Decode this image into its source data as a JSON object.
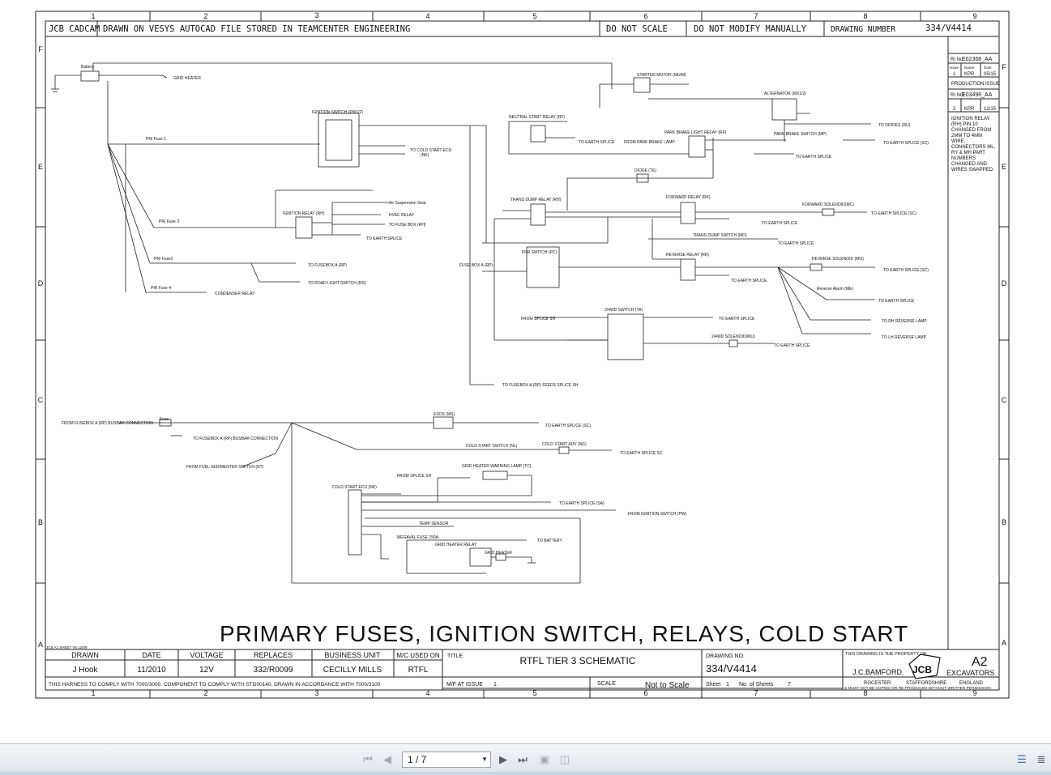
{
  "zones_top": [
    "1",
    "2",
    "3",
    "4",
    "5",
    "6",
    "7",
    "8",
    "9"
  ],
  "zones_side": [
    "F",
    "E",
    "D",
    "C",
    "B",
    "A"
  ],
  "header": {
    "cadcam": "JCB CADCAM",
    "drawn_note": "DRAWN ON VESYS AUTOCAD FILE STORED IN TEAMCENTER ENGINEERING",
    "scale_note": "DO NOT SCALE",
    "modify_note": "DO NOT MODIFY MANUALLY",
    "drawing_number_label": "DRAWING NUMBER",
    "drawing_number": "334/V4414"
  },
  "revisions": {
    "ri1_label": "RI No",
    "ri1": "E02368_AA",
    "issue1": "1",
    "name1": "KPR",
    "date1": "05/15",
    "production_issue": "PRODUCTION ISSUE",
    "ri2_label": "RI NO",
    "ri2": "E03496_AA",
    "issue2": "2",
    "name2": "KPR",
    "date2": "12/15",
    "col_issue": "Issue",
    "col_name": "Name",
    "col_date": "Date",
    "change_note": [
      "IGNITION RELAY",
      "(RH) PIN 10",
      "CHANGED FROM",
      "2MM TO 4MM",
      "WIRE.",
      "CONNECTORS ML,",
      "RY & MH PART",
      "NUMBERS",
      "CHANGED AND",
      "WIRES SWAPPED."
    ]
  },
  "labels": {
    "battery": "Battery",
    "grid_heater_top": "GRID HEATER",
    "starter_motor": "STARTER MOTOR (MU/M)",
    "alternator": "ALTERNATOR (MX1/2)",
    "ignition_switch": "IGNITION SWITCH (PW1/2)",
    "pri_fuse_1": "PRI Fuse 1",
    "pri_fuse_3": "PRI Fuse 3",
    "pri_fuse_2": "PRI Fuse2",
    "pri_fuse_4": "PRI Fuse 4",
    "to_cold_start_ecu": "TO COLD START ECU",
    "nk": "(NK)",
    "neutral_start_relay": "NEUTRAL START RELAY (RF)",
    "to_earth_splice": "TO EARTH SPLICE",
    "from_park_brake_lamp": "FROM PARK BRAKE LAMP",
    "park_brake_light_relay": "PARK BRAKE LIGHT RELAY (RF)",
    "park_brake_switch": "PARK BRAKE SWITCH (MP)",
    "to_diodes": "TO DIODES (RU)",
    "to_earth_splice_sc": "TO EARTH SPLICE (SC)",
    "ignition_relay_rh": "IGNITION RELAY (RH)",
    "air_suspension_seat": "Air Suspension Seat",
    "hvac_relay": "HVAC RELAY",
    "to_fuse_box_rh": "TO FUSE BOX (RH)",
    "diode_te": "DIODE (TE)",
    "trans_dump_relay": "TRANS DUMP RELAY (RH)",
    "forward_relay": "FORWARD RELAY (RK)",
    "forward_solenoid": "FORWARD SOLENOID(MC)",
    "trans_dump_switch": "TRANS DUMP SWITCH (MD)",
    "fnr_switch": "FNR SWITCH (PC)",
    "fuse_box_a": "FUSE BOX A (RP)",
    "reverse_relay": "REVERSE RELAY (RK)",
    "reverse_solenoid": "REVERSE SOLENOID (MG)",
    "reverse_alarm": "Reverse Alarm (ME)",
    "to_rh_reverse_lamp": "TO RH REVERSE LAMP",
    "to_lh_reverse_lamp": "TO LH REVERSE LAMP",
    "to_fusebox_a_rp": "TO FUSEBOX A (RP)",
    "to_road_light_switch": "TO ROAD LIGHT SWITCH (RD)",
    "condenser_relay": "CONDENSER RELAY",
    "four_wd_switch": "2/4WD SWITCH (TA)",
    "from_splice_sh": "FROM SPLICE SH",
    "four_wd_solenoid": "2/4WD SOLENOID(MU)",
    "to_fusebox_feeds": "TO FUSEBOX A (RP) FEEDS SPLICE SH",
    "from_fusebox_busbar": "FROM FUSEBOX A (RP) BUSBAR CONNECTION",
    "fuse": "Fuse",
    "to_fusebox_busbar": "TO FUSEBOX A (RP) BUSBAR CONNECTION",
    "from_fuel_sedimenter": "FROM FUEL SEDIMENTER SWITCH (NT)",
    "esos": "ESOS (MS)",
    "cold_start_switch": "COLD START SWITCH (NL)",
    "cold_start_adv": "COLD START ADV (NG)",
    "to_earth_splice_sc_b": "TO EARTH SPLICE SC",
    "cold_start_ecu": "COLD START ECU (NK)",
    "grid_heater_warning": "GRID HEATER WARNING LAMP (TC)",
    "to_earth_splice_sa": "TO EARTH SPLICE (SA)",
    "from_ignition_switch": "FROM IGNITION SWITCH (PW)",
    "temp_sensor": "TEMP SENSOR",
    "megaval_fuse": "MEGAVAL FUSE 150A",
    "to_battery": "TO BATTERY",
    "grid_heater_relay": "GRID HEATER RELAY",
    "grid_heater": "GRID HEATER"
  },
  "big_title": "PRIMARY FUSES, IGNITION SWITCH, RELAYS, COLD START",
  "title_block": {
    "drawn_label": "DRAWN",
    "drawn": "J Hook",
    "date_label": "DATE",
    "date": "11/2010",
    "voltage_label": "VOLTAGE",
    "voltage": "12V",
    "replaces_label": "REPLACES",
    "replaces": "332/R0099",
    "bu_label": "BUSINESS UNIT",
    "bu": "CECILLY MILLS",
    "mc_label": "M/C USED ON",
    "mc": "RTFL",
    "title_label": "TITLE",
    "title": "RTFL TIER 3 SCHEMATIC",
    "dwg_no_label": "DRAWING NO.",
    "dwg_no": "334/V4414",
    "property": "THIS DRAWING IS THE PROPERTY OF",
    "company": "J.C.BAMFORD.",
    "logo": "JCB",
    "size": "A2",
    "division": "EXCAVATORS",
    "rocester": "ROCESTER",
    "staffs": "STAFFORDSHIRE",
    "england": "ENGLAND",
    "copy_note": "& MUST NOT BE COPIED OR RE-PRODUCED WITHOUT WRITTEN PERMISSION",
    "harness_note": "THIS HARNESS TO COMPLY WITH 7000/3000. COMPONENT TO COMPLY WITH STD00140. DRAWN IN ACCORDANCE WITH 7000/3100",
    "mf_label": "M/F AT ISSUE",
    "mf": "1",
    "scale_label": "SCALE",
    "scale": "Not to Scale",
    "sheet_label": "Sheet",
    "sheet": "1",
    "sheets_label": "No. of Sheets",
    "sheets": "7",
    "a2_sheet": "JCB A2 SHEET V5 12/09"
  },
  "viewer": {
    "page": "1 / 7"
  }
}
